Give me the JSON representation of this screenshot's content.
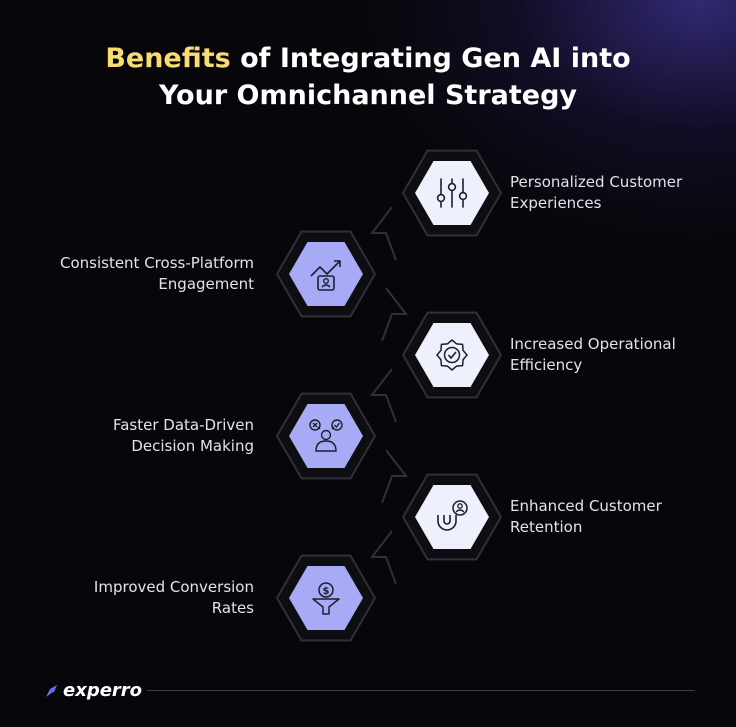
{
  "title": {
    "highlight": "Benefits",
    "rest_line1": " of Integrating Gen AI into",
    "line2": "Your Omnichannel Strategy"
  },
  "benefits": [
    {
      "line1": "Personalized Customer",
      "line2": "Experiences",
      "icon": "sliders-icon",
      "side": "right"
    },
    {
      "line1": "Consistent Cross-Platform",
      "line2": "Engagement",
      "icon": "growth-chart-icon",
      "side": "left"
    },
    {
      "line1": "Increased Operational",
      "line2": "Efficiency",
      "icon": "gear-check-icon",
      "side": "right"
    },
    {
      "line1": "Faster Data-Driven",
      "line2": "Decision Making",
      "icon": "decision-person-icon",
      "side": "left"
    },
    {
      "line1": "Enhanced Customer",
      "line2": "Retention",
      "icon": "magnet-user-icon",
      "side": "right"
    },
    {
      "line1": "Improved Conversion",
      "line2": "Rates",
      "icon": "funnel-dollar-icon",
      "side": "left"
    }
  ],
  "colors": {
    "background": "#07070b",
    "title_highlight": "#f6dc73",
    "hex_light": "#eef0fb",
    "hex_accent": "#a7aaf4",
    "outline": "#2f3038",
    "brand_mark": "#6c6cf2"
  },
  "brand": {
    "name": "experro"
  }
}
